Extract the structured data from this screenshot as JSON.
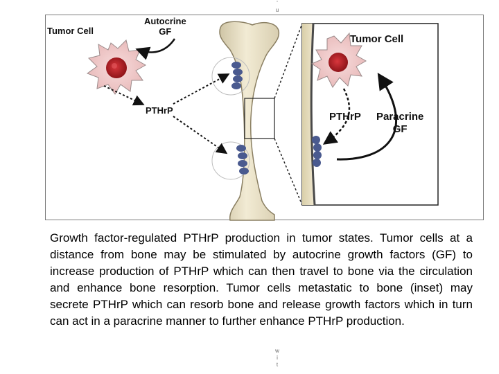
{
  "diagram": {
    "labels": {
      "tumor_cell_left": "Tumor Cell",
      "autocrine_line1": "Autocrine",
      "autocrine_line2": "GF",
      "pthrp_left": "PTHrP",
      "tumor_cell_right": "Tumor Cell",
      "pthrp_right": "PTHrP",
      "paracrine_line1": "Paracrine",
      "paracrine_line2": "GF"
    },
    "colors": {
      "bone": "#e9dfc2",
      "bone_outline": "#8a7f62",
      "cell_body": "#f0c7c7",
      "nucleus": "#c1272d",
      "osteoclast": "#4a5a8f",
      "bone_surface": "#4a4a4a",
      "frame": "#7a7a7a"
    }
  },
  "caption": "Growth factor-regulated PTHrP production in tumor states. Tumor cells at a distance from bone may be stimulated by autocrine growth factors (GF) to increase production of PTHrP which can then travel to bone via the circulation and enhance bone resorption. Tumor cells metastatic to bone (inset) may secrete PTHrP which can resorb bone and release growth factors which in turn can act in a paracrine manner to further enhance PTHrP production.",
  "stray_text": {
    "top": [
      "'",
      "u"
    ],
    "bottom": [
      "w",
      "i",
      "t"
    ]
  }
}
